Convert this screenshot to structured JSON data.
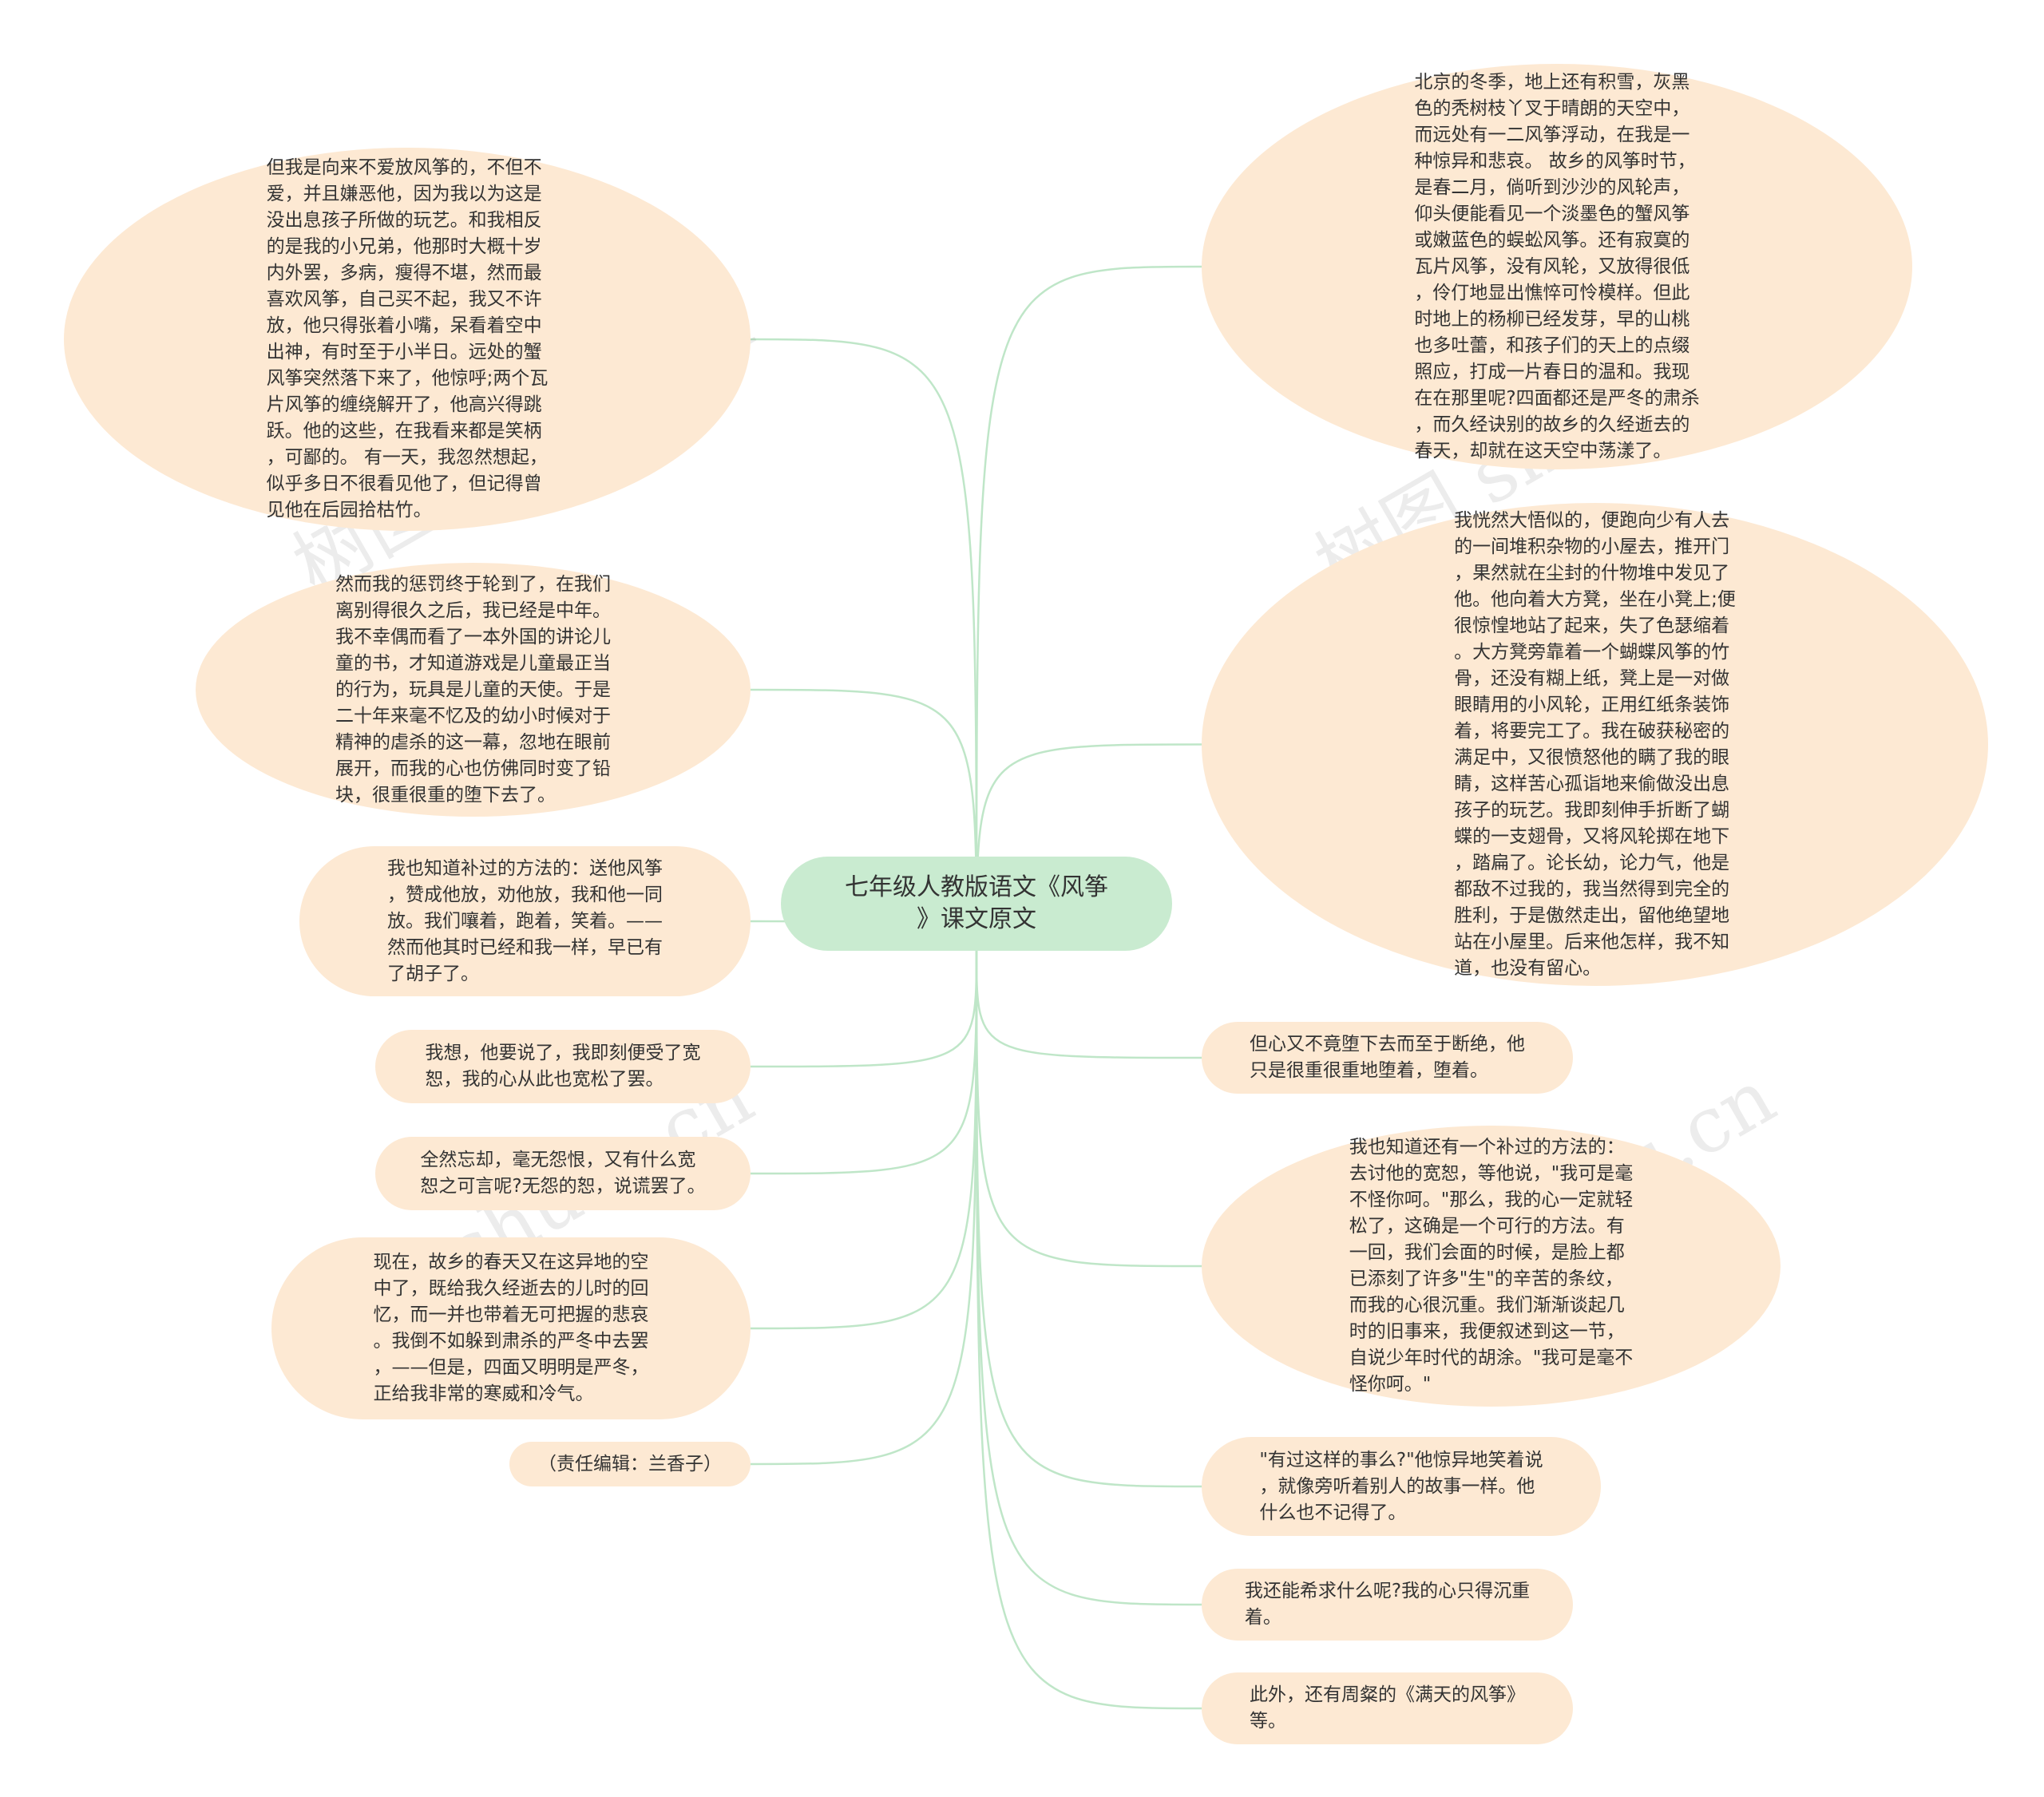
{
  "center": {
    "text": "七年级人教版语文《风筝\n》课文原文"
  },
  "left_nodes": [
    {
      "text": "但我是向来不爱放风筝的，不但不\n爱，并且嫌恶他，因为我以为这是\n没出息孩子所做的玩艺。和我相反\n的是我的小兄弟，他那时大概十岁\n内外罢，多病，瘦得不堪，然而最\n喜欢风筝，自己买不起，我又不许\n放，他只得张着小嘴，呆看着空中\n出神，有时至于小半日。远处的蟹\n风筝突然落下来了，他惊呼;两个瓦\n片风筝的缠绕解开了，他高兴得跳\n跃。他的这些，在我看来都是笑柄\n，可鄙的。 有一天，我忽然想起，\n似乎多日不很看见他了，但记得曾\n见他在后园拾枯竹。"
    },
    {
      "text": "然而我的惩罚终于轮到了，在我们\n离别得很久之后，我已经是中年。\n我不幸偶而看了一本外国的讲论儿\n童的书，才知道游戏是儿童最正当\n的行为，玩具是儿童的天使。于是\n二十年来毫不忆及的幼小时候对于\n精神的虐杀的这一幕，忽地在眼前\n展开，而我的心也仿佛同时变了铅\n块，很重很重的堕下去了。"
    },
    {
      "text": "我也知道补过的方法的：送他风筝\n，赞成他放，劝他放，我和他一同\n放。我们嚷着，跑着，笑着。——\n然而他其时已经和我一样，早已有\n了胡子了。"
    },
    {
      "text": "我想，他要说了，我即刻便受了宽\n恕，我的心从此也宽松了罢。"
    },
    {
      "text": "全然忘却，毫无怨恨，又有什么宽\n恕之可言呢?无怨的恕，说谎罢了。"
    },
    {
      "text": "现在，故乡的春天又在这异地的空\n中了，既给我久经逝去的儿时的回\n忆，而一并也带着无可把握的悲哀\n。我倒不如躲到肃杀的严冬中去罢\n，——但是，四面又明明是严冬，\n正给我非常的寒威和冷气。"
    },
    {
      "text": "（责任编辑：兰香子）"
    }
  ],
  "right_nodes": [
    {
      "text": "北京的冬季，地上还有积雪，灰黑\n色的秃树枝丫叉于晴朗的天空中，\n而远处有一二风筝浮动，在我是一\n种惊异和悲哀。 故乡的风筝时节，\n是春二月，倘听到沙沙的风轮声，\n仰头便能看见一个淡墨色的蟹风筝\n或嫩蓝色的蜈蚣风筝。还有寂寞的\n瓦片风筝，没有风轮，又放得很低\n，伶仃地显出憔悴可怜模样。但此\n时地上的杨柳已经发芽，早的山桃\n也多吐蕾，和孩子们的天上的点缀\n照应，打成一片春日的温和。我现\n在在那里呢?四面都还是严冬的肃杀\n，而久经诀别的故乡的久经逝去的\n春天，却就在这天空中荡漾了。"
    },
    {
      "text": "我恍然大悟似的，便跑向少有人去\n的一间堆积杂物的小屋去，推开门\n，果然就在尘封的什物堆中发见了\n他。他向着大方凳，坐在小凳上;便\n很惊惶地站了起来，失了色瑟缩着\n。大方凳旁靠着一个蝴蝶风筝的竹\n骨，还没有糊上纸，凳上是一对做\n眼睛用的小风轮，正用红纸条装饰\n着，将要完工了。我在破获秘密的\n满足中，又很愤怒他的瞒了我的眼\n睛，这样苦心孤诣地来偷做没出息\n孩子的玩艺。我即刻伸手折断了蝴\n蝶的一支翅骨，又将风轮掷在地下\n，踏扁了。论长幼，论力气，他是\n都敌不过我的，我当然得到完全的\n胜利，于是傲然走出，留他绝望地\n站在小屋里。后来他怎样，我不知\n道，也没有留心。"
    },
    {
      "text": "但心又不竟堕下去而至于断绝，他\n只是很重很重地堕着，堕着。"
    },
    {
      "text": "我也知道还有一个补过的方法的：\n去讨他的宽恕，等他说，\"我可是毫\n不怪你呵。\"那么，我的心一定就轻\n松了，这确是一个可行的方法。有\n一回，我们会面的时候，是脸上都\n已添刻了许多\"生\"的辛苦的条纹，\n而我的心很沉重。我们渐渐谈起几\n时的旧事来，我便叙述到这一节，\n自说少年时代的胡涂。\"我可是毫不\n怪你呵。\""
    },
    {
      "text": "\"有过这样的事么?\"他惊异地笑着说\n，就像旁听着别人的故事一样。他\n什么也不记得了。"
    },
    {
      "text": "我还能希求什么呢?我的心只得沉重\n着。"
    },
    {
      "text": "此外，还有周粲的《满天的风筝》\n等。"
    }
  ],
  "watermark": "树图 shutu.cn",
  "colors": {
    "node_fill": "#fde9d3",
    "center_fill": "#c9ebd0",
    "link": "#bfe6c8",
    "text": "#333333"
  }
}
